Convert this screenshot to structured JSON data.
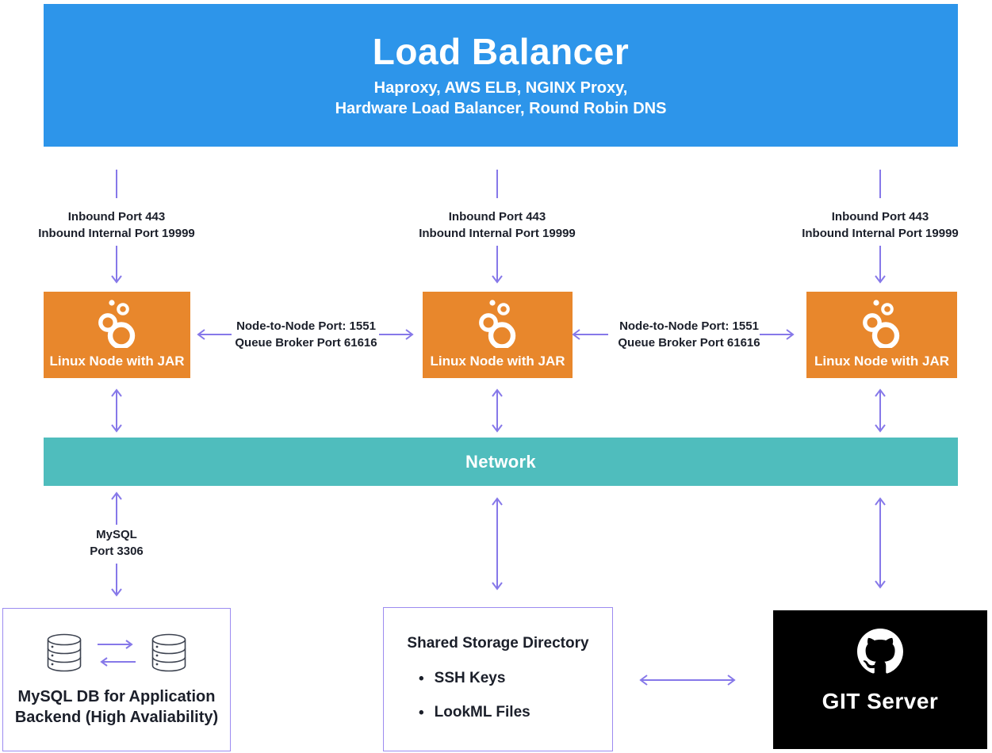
{
  "load_balancer": {
    "title": "Load Balancer",
    "subtitle": [
      "Haproxy, AWS ELB, NGINX Proxy,",
      "Hardware Load Balancer, Round Robin DNS"
    ]
  },
  "inbound": {
    "line1": "Inbound Port 443",
    "line2": "Inbound Internal Port 19999"
  },
  "node": {
    "label": "Linux Node with JAR"
  },
  "node_link": {
    "line1": "Node-to-Node Port: 1551",
    "line2": "Queue Broker Port 61616"
  },
  "network": {
    "label": "Network"
  },
  "mysql_link": {
    "line1": "MySQL",
    "line2": "Port 3306"
  },
  "mysql_db": {
    "line1": "MySQL DB for Application",
    "line2": "Backend (High Avaliability)"
  },
  "shared_storage": {
    "title": "Shared Storage Directory",
    "bullet": "•",
    "items": [
      "SSH Keys",
      "LookML Files"
    ]
  },
  "git": {
    "label": "GIT Server"
  },
  "colors": {
    "load_balancer_blue": "#2D95EA",
    "node_orange": "#E8872C",
    "network_teal": "#4FBDBD",
    "arrow_purple": "#8678E9",
    "box_border_purple": "#9C8BF0",
    "git_black": "#000000",
    "label_dark": "#1B1F2A"
  }
}
